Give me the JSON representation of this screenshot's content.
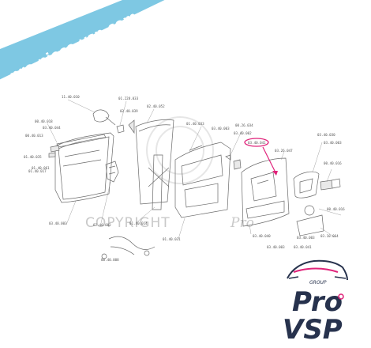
{
  "banner": {
    "text": "pro-piece-vsp.com",
    "color": "#7ec8e3"
  },
  "watermark": {
    "text": "COPYRIGHT",
    "brand": "Pro",
    "color": "#c9c9c9"
  },
  "highlight": {
    "part_label": "03.40.041",
    "color": "#e0237a"
  },
  "labels": [
    "00.40.018",
    "03.40.044",
    "00.40.013",
    "01.40.035",
    "01.40.017",
    "01.228.033",
    "11.40.010",
    "02.40.039",
    "02.40.052",
    "01.40.033",
    "03.40.003",
    "00.26.034",
    "03.40.002",
    "03.40.041",
    "03.26.047",
    "03.40.030",
    "03.40.003",
    "01.40.061",
    "00.40.016",
    "01.40.014",
    "00.40.008",
    "02.40.002",
    "03.40.003",
    "01.40.031",
    "03.40.040",
    "03.40.003",
    "03.40.041",
    "03.10.064",
    "00.40.016",
    "03.40.003"
  ],
  "logo": {
    "group": "GROUP",
    "line1": "Pro",
    "line2": "VSP",
    "accent": "#e0237a",
    "color": "#27324d"
  }
}
